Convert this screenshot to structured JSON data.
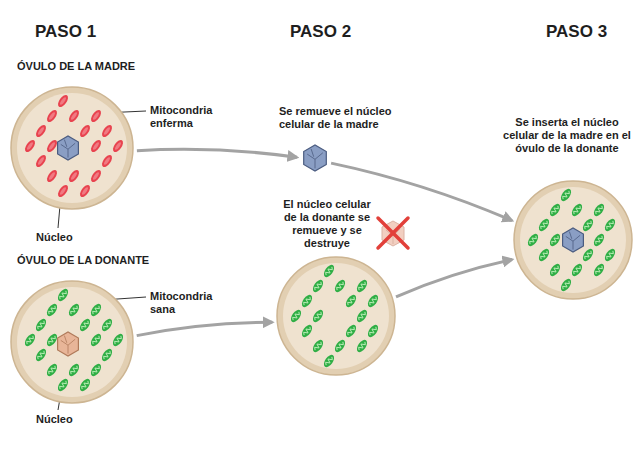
{
  "diagram": {
    "nodes": [
      {
        "text": [
          "ÓVULO DE LA MADRE"
        ]
      },
      {
        "text": [
          "ÓVULO DE LA DONANTE"
        ]
      },
      {
        "text": [
          "Se remueve el núcleo celular de la madre"
        ]
      },
      {
        "text": [
          "El núcleo celular de la donante se remueve y se destruye"
        ]
      },
      {
        "text": [
          "Se inserta el núcleo celular de la madre en el óvulo de la donante"
        ]
      }
    ],
    "edges": [
      {
        "from": 0,
        "to": 2,
        "arrow": "to"
      },
      {
        "from": 2,
        "to": 4,
        "arrow": "to"
      },
      {
        "from": 1,
        "to": 3,
        "arrow": "to"
      },
      {
        "from": 3,
        "to": 4,
        "arrow": "to"
      }
    ],
    "labels": [
      "PASO 1",
      "PASO 2",
      "PASO 3",
      "Mitocondria enferma",
      "Núcleo",
      "Mitocondria sana",
      "Núcleo"
    ]
  }
}
